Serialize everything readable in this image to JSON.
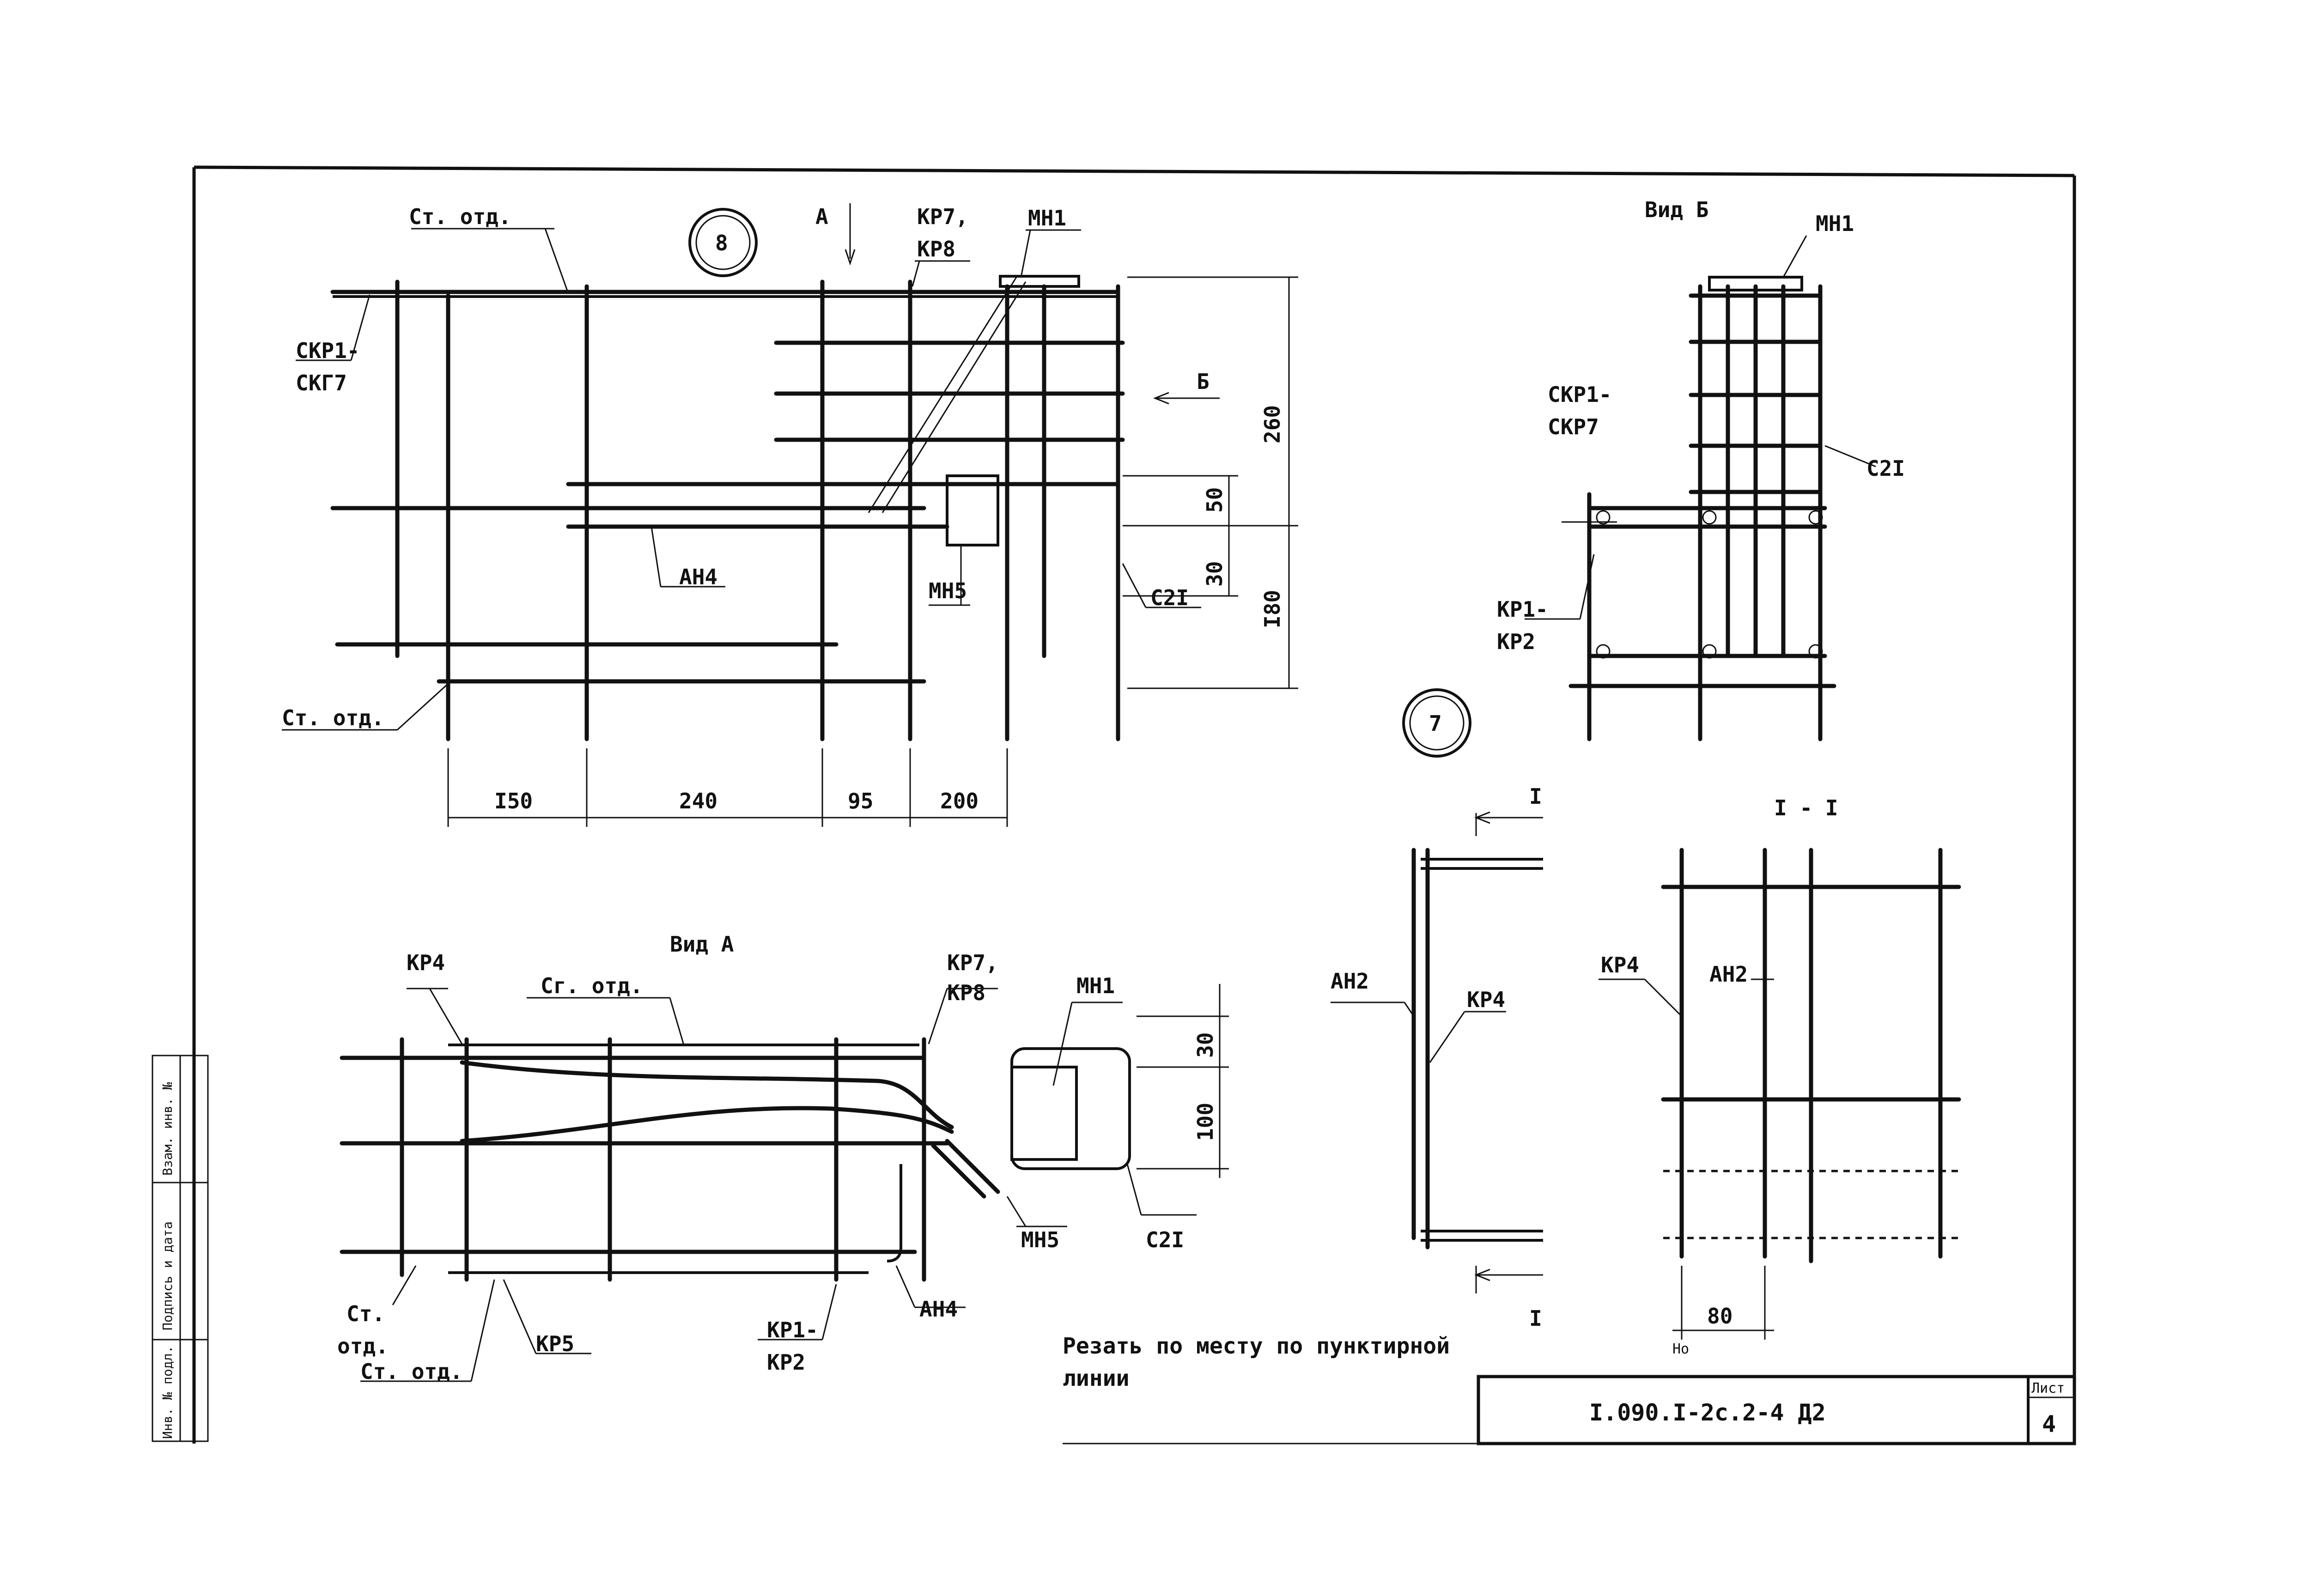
{
  "labels": {
    "st_otd": "Ст. отд.",
    "st_otd_alt": "Сг. отд.",
    "st_split_1": "Ст.",
    "st_split_2": "отд.",
    "circle_8": "8",
    "circle_7": "7",
    "view_a": "Вид А",
    "view_b": "Вид Б",
    "arrow_a": "А",
    "arrow_b": "Б",
    "kp7": "КР7,",
    "kp8": "КР8",
    "mn1": "МН1",
    "mn5": "МН5",
    "skr1_a": "СКР1-",
    "skr7_a": "СКГ7",
    "skr1_b": "СКР1-",
    "skr7_b": "СКР7",
    "an4": "АН4",
    "an2": "АН2",
    "c21": "С2I",
    "kp1": "КР1-",
    "kp2": "КР2",
    "kp4": "КР4",
    "kp5": "КР5",
    "section_mark": "I",
    "section_title": "I - I",
    "ho": "Но"
  },
  "dimensions": {
    "h260": "260",
    "h50": "50",
    "h30": "30",
    "h180": "I80",
    "w150": "I50",
    "w240": "240",
    "w95": "95",
    "w200": "200",
    "a30": "30",
    "a100": "100",
    "s80": "80"
  },
  "note": {
    "line1": "Резать по месту по пунктирной",
    "line2": "линии"
  },
  "title_block": {
    "code": "I.090.I-2с.2-4 Д2",
    "sheet_label": "Лист",
    "sheet_no": "4"
  },
  "stamp": {
    "inv": "Инв. № подл.",
    "sign": "Подпись и дата",
    "vzam": "Взам. инв. №"
  }
}
